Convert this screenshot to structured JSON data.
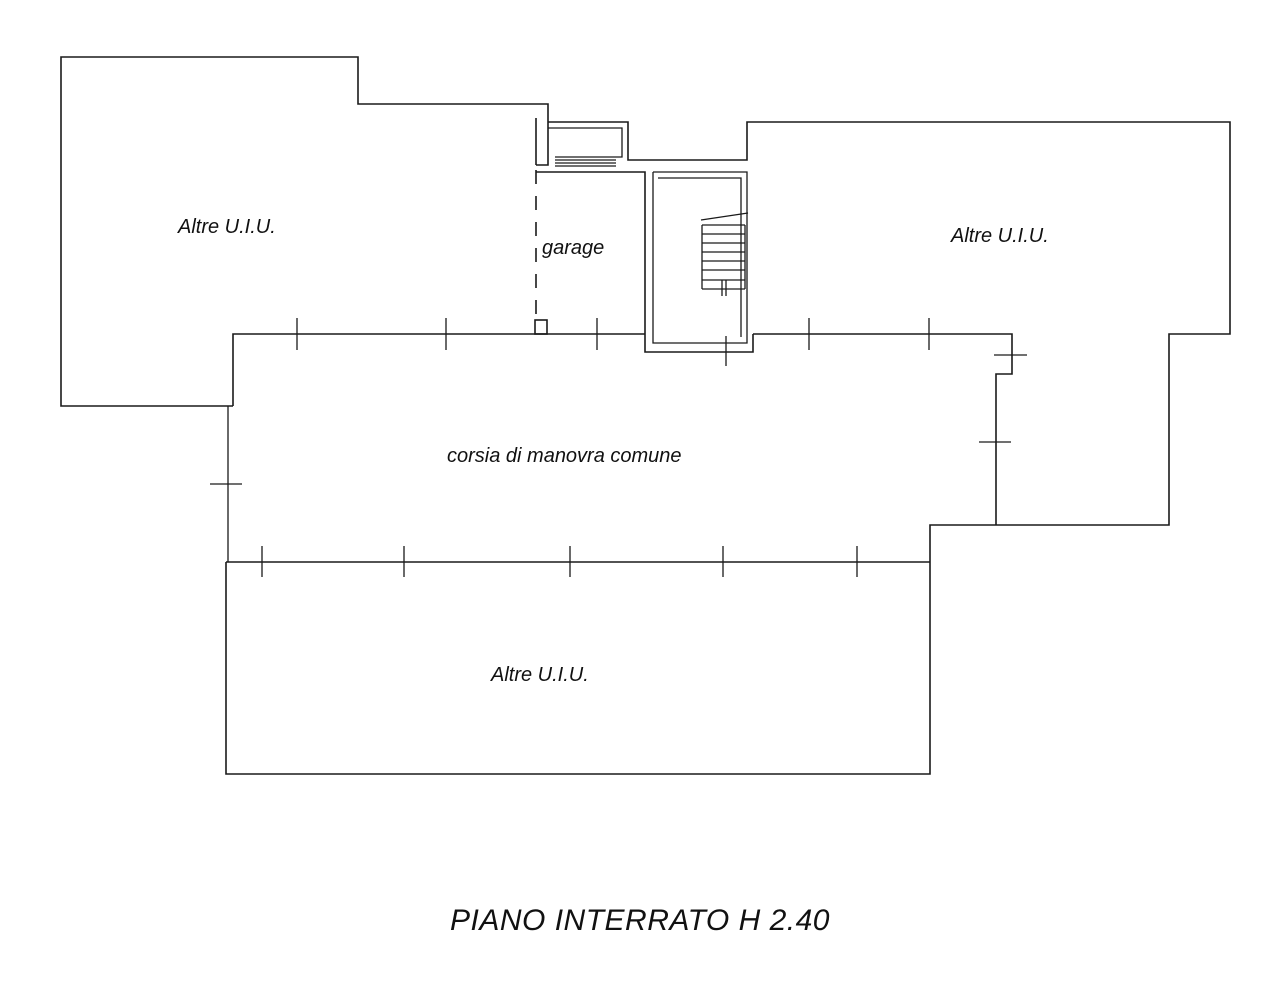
{
  "labels": {
    "unit_top_left": "Altre U.I.U.",
    "garage": "garage",
    "unit_top_right": "Altre U.I.U.",
    "corridor": "corsia di manovra comune",
    "unit_bottom": "Altre U.I.U."
  },
  "title": "PIANO INTERRATO H 2.40"
}
